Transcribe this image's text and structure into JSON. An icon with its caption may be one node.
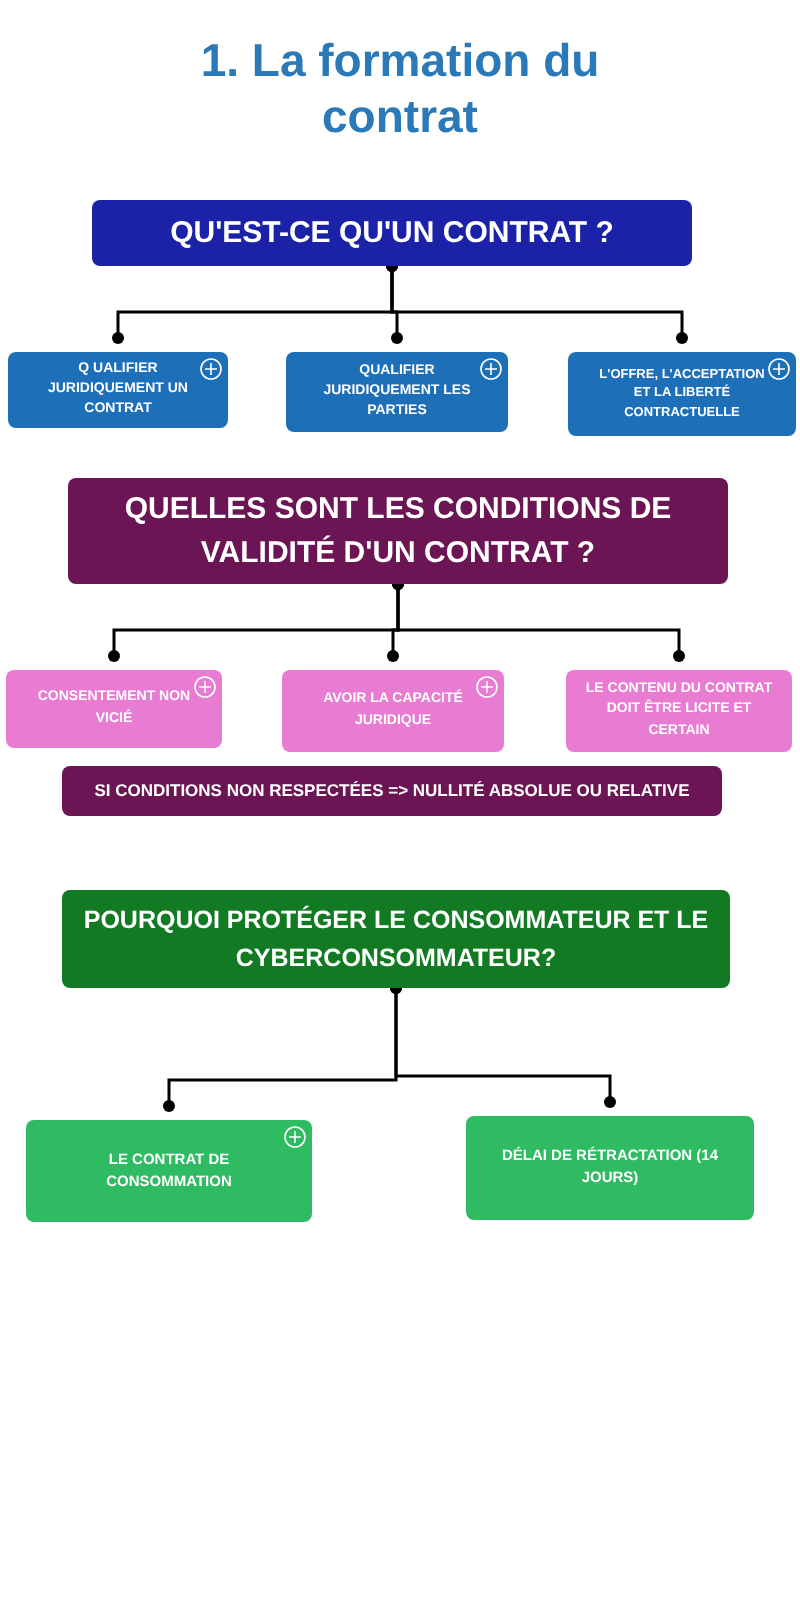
{
  "diagram": {
    "title": "1. La formation du contrat",
    "nodes": [
      {
        "text": [
          "QU'EST-CE QU'UN CONTRAT ?"
        ]
      },
      {
        "text": [
          "Q UALIFIER JURIDIQUEMENT UN CONTRAT"
        ]
      },
      {
        "text": [
          "QUALIFIER JURIDIQUEMENT LES PARTIES"
        ]
      },
      {
        "text": [
          "L'OFFRE, L'ACCEPTATION ET LA LIBERTÉ CONTRACTUELLE"
        ]
      },
      {
        "text": [
          "QUELLES SONT LES CONDITIONS DE VALIDITÉ D'UN CONTRAT ?"
        ]
      },
      {
        "text": [
          "CONSENTEMENT NON VICIÉ"
        ]
      },
      {
        "text": [
          "AVOIR LA CAPACITÉ JURIDIQUE"
        ]
      },
      {
        "text": [
          "LE CONTENU DU CONTRAT DOIT ÊTRE LICITE ET CERTAIN"
        ]
      },
      {
        "text": [
          "SI CONDITIONS NON RESPECTÉES => NULLITÉ ABSOLUE OU RELATIVE"
        ]
      },
      {
        "text": [
          "POURQUOI PROTÉGER LE CONSOMMATEUR ET LE CYBERCONSOMMATEUR?"
        ]
      },
      {
        "text": [
          "LE CONTRAT DE CONSOMMATION"
        ]
      },
      {
        "text": [
          "DÉLAI DE RÉTRACTATION (14 JOURS)"
        ]
      }
    ],
    "edges": [
      {
        "from": 0,
        "to": 1,
        "arrow": "other"
      },
      {
        "from": 0,
        "to": 2,
        "arrow": "other"
      },
      {
        "from": 0,
        "to": 3,
        "arrow": "other"
      },
      {
        "from": 4,
        "to": 5,
        "arrow": "other"
      },
      {
        "from": 4,
        "to": 6,
        "arrow": "other"
      },
      {
        "from": 4,
        "to": 7,
        "arrow": "other"
      },
      {
        "from": 9,
        "to": 10,
        "arrow": "other"
      },
      {
        "from": 9,
        "to": 11,
        "arrow": "other"
      }
    ]
  }
}
